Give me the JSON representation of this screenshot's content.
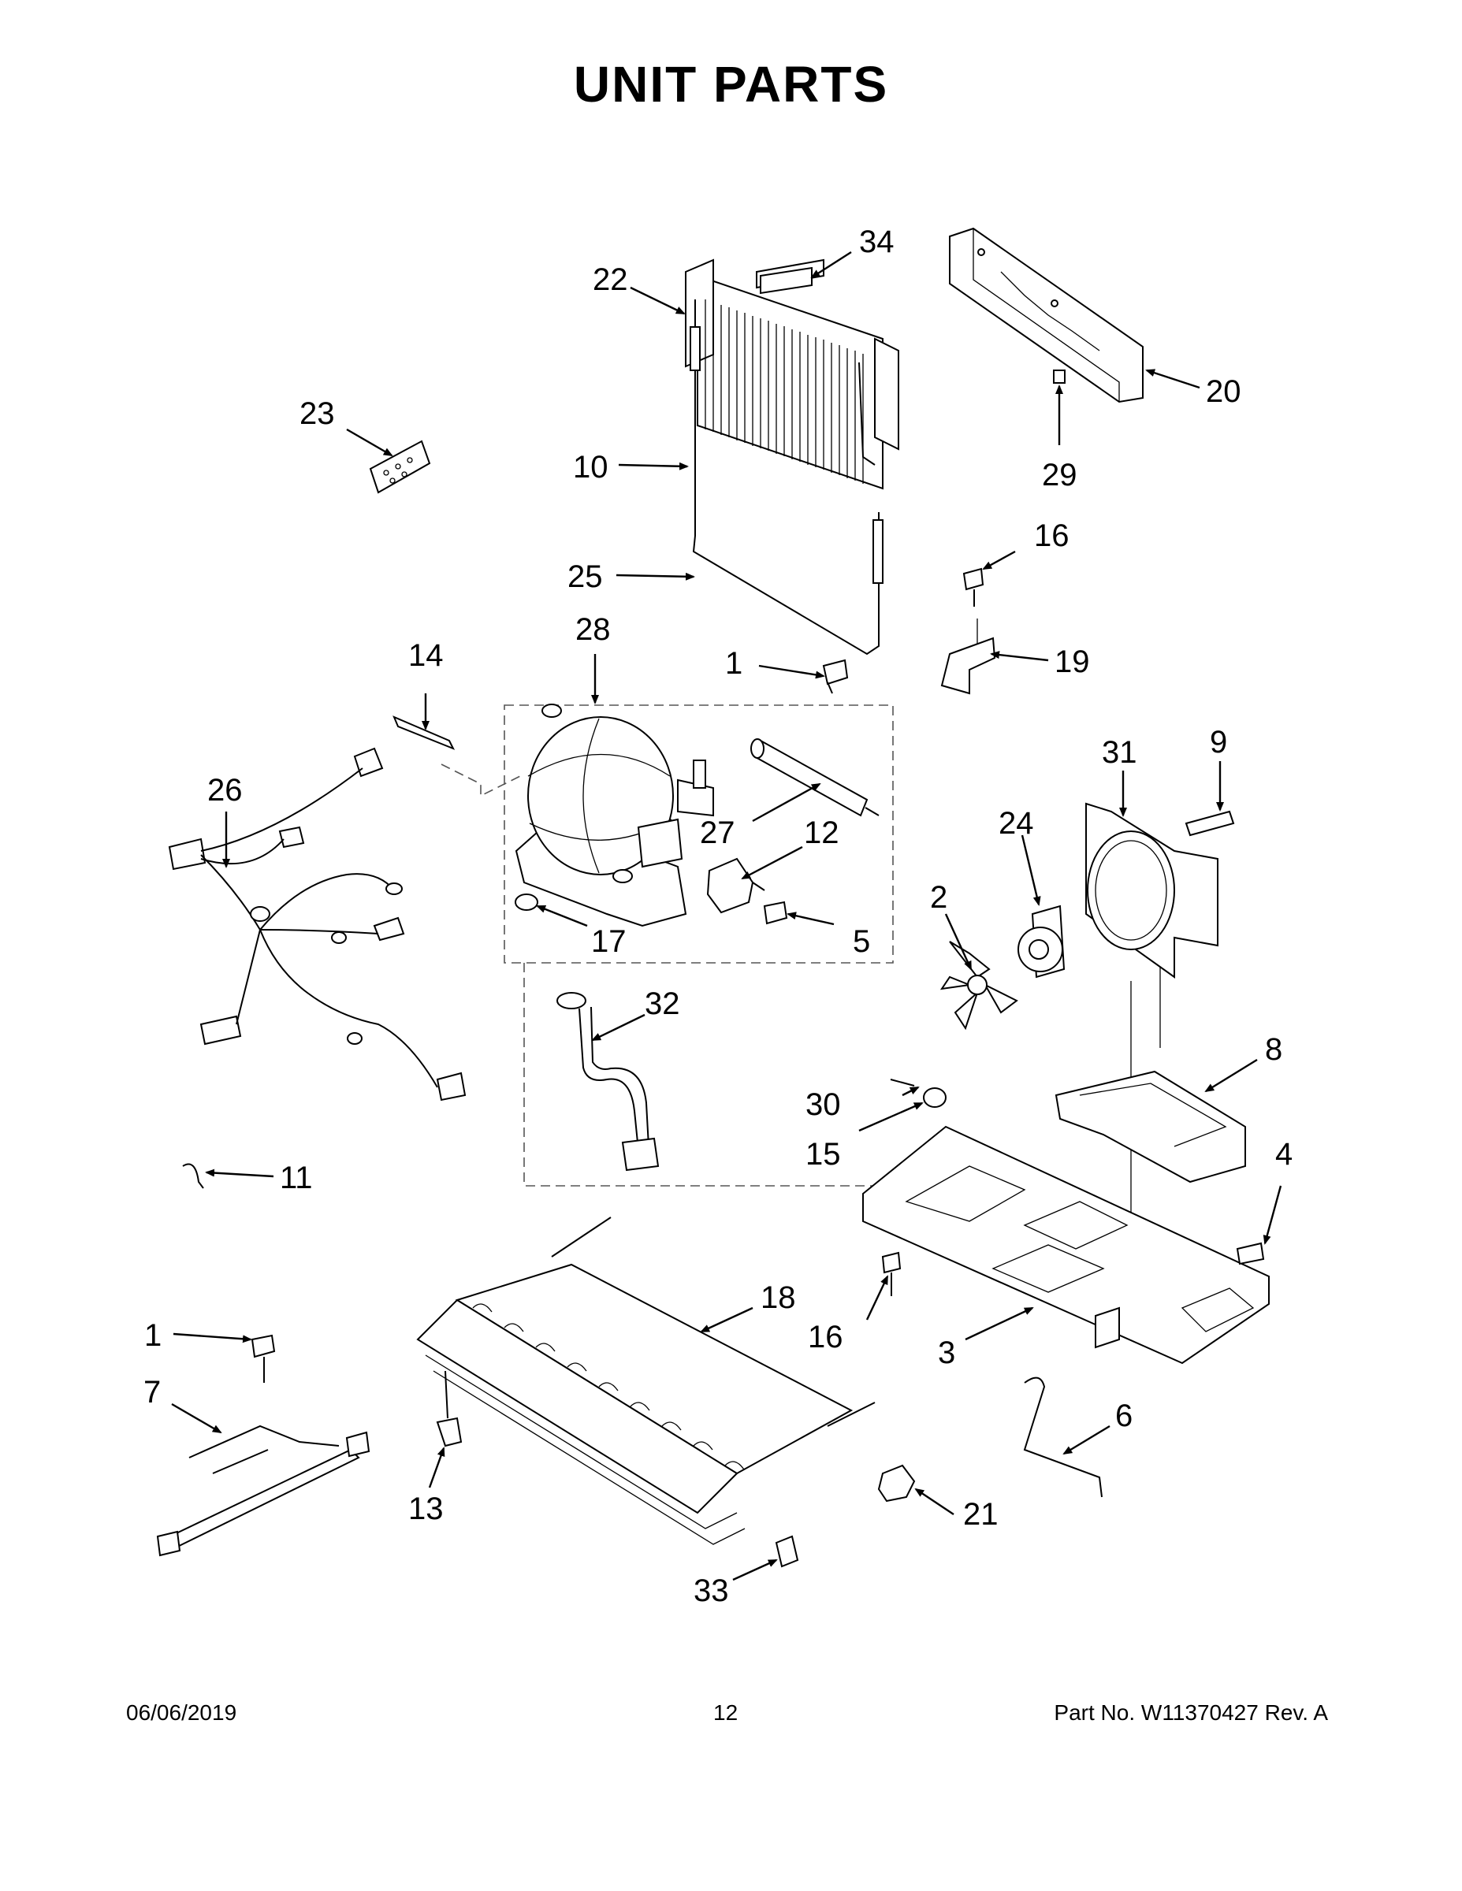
{
  "page": {
    "title": "UNIT  PARTS",
    "footer": {
      "date": "06/06/2019",
      "page_number": "12",
      "part_number": "Part No.  W11370427   Rev.  A"
    }
  },
  "callouts": [
    "34",
    "22",
    "20",
    "23",
    "29",
    "10",
    "16",
    "25",
    "19",
    "28",
    "1",
    "14",
    "31",
    "9",
    "26",
    "27",
    "12",
    "24",
    "2",
    "17",
    "5",
    "32",
    "8",
    "30",
    "4",
    "15",
    "11",
    "18",
    "1",
    "16",
    "3",
    "7",
    "6",
    "13",
    "21",
    "33"
  ]
}
